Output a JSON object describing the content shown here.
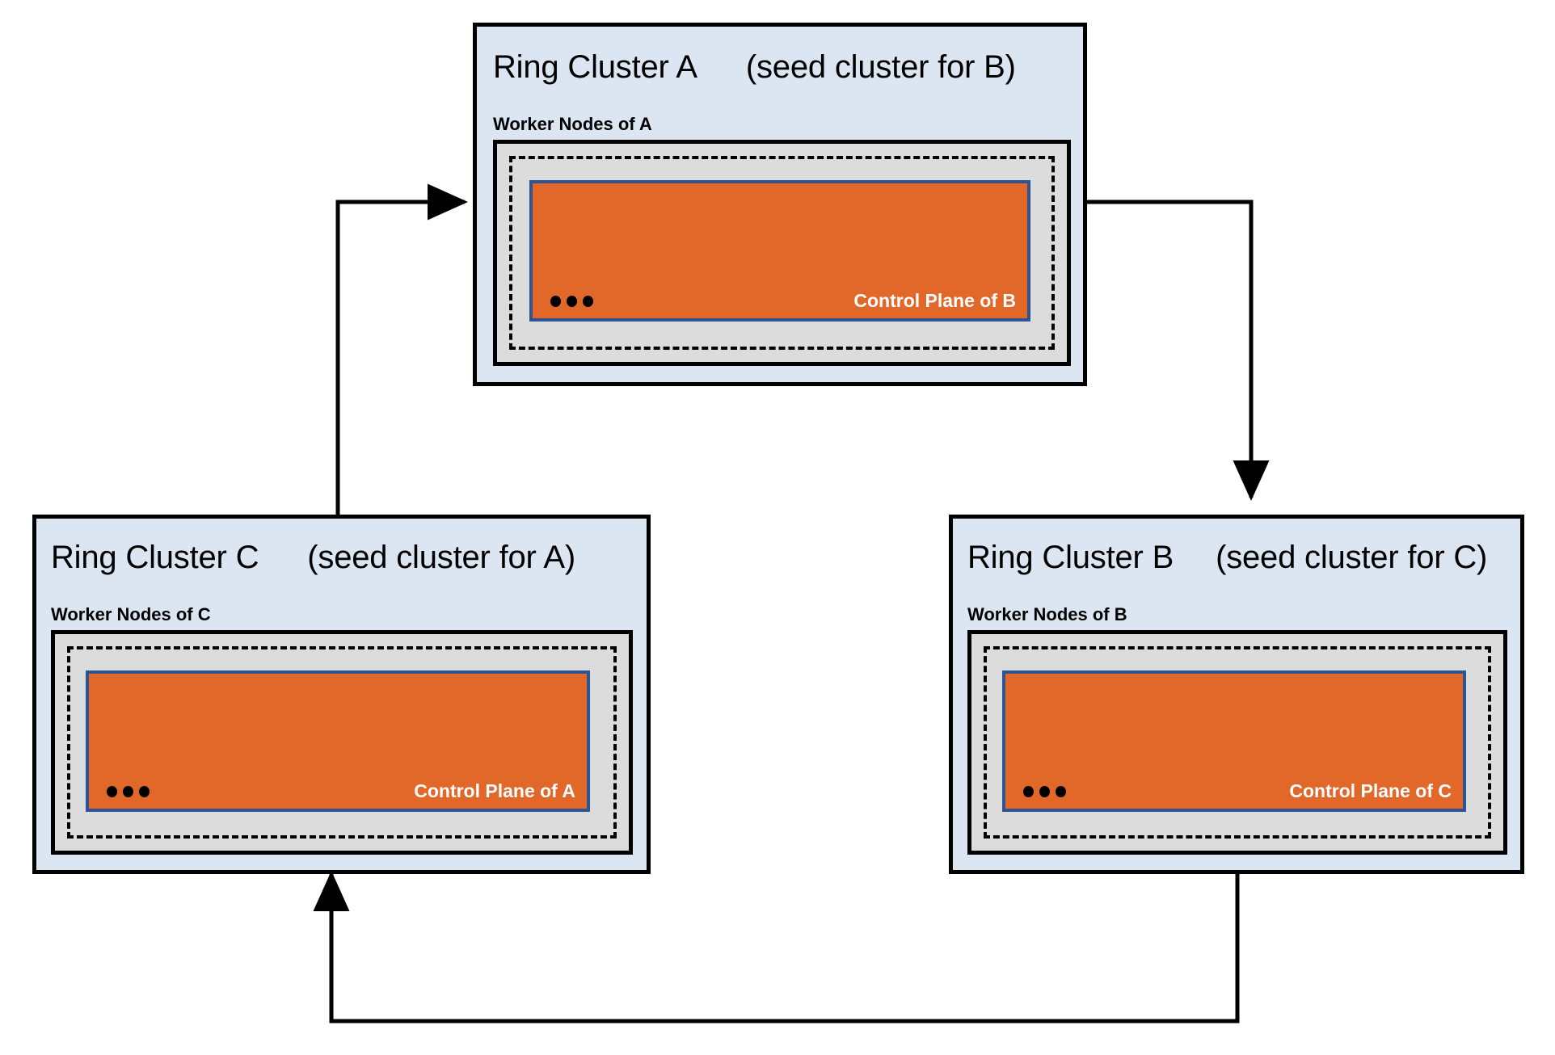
{
  "diagram": {
    "title_text_style": "ring-of-clusters",
    "colors": {
      "cluster_fill": "#DCE6F2",
      "cluster_border": "#000000",
      "worker_group_fill": "#DCDCDC",
      "worker_group_border": "#000000",
      "dashed_frame_border": "#000000",
      "control_plane_fill": "#E2682A",
      "control_plane_border": "#2E5494",
      "control_plane_text": "#FFFFFF",
      "arrow": "#000000",
      "page_background": "#FFFFFF"
    }
  },
  "clusters": [
    {
      "id": "A",
      "name": "Ring Cluster A",
      "seed_note": "(seed cluster for B)",
      "worker_nodes_label": "Worker Nodes of A",
      "control_plane_label": "Control Plane of B",
      "ellipsis": "•••"
    },
    {
      "id": "C",
      "name": "Ring Cluster C",
      "seed_note": "(seed cluster for A)",
      "worker_nodes_label": "Worker Nodes of C",
      "control_plane_label": "Control Plane of A",
      "ellipsis": "•••"
    },
    {
      "id": "B",
      "name": "Ring Cluster B",
      "seed_note": "(seed cluster for C)",
      "worker_nodes_label": "Worker Nodes of B",
      "control_plane_label": "Control Plane of C",
      "ellipsis": "•••"
    }
  ],
  "arrows": [
    {
      "name": "arrow-c-to-a",
      "from": "C",
      "to": "A",
      "direction": "up-then-right"
    },
    {
      "name": "arrow-a-to-b",
      "from": "A",
      "to": "B",
      "direction": "right-then-down"
    },
    {
      "name": "arrow-b-to-c",
      "from": "B",
      "to": "C",
      "direction": "down-then-left-then-up"
    }
  ]
}
